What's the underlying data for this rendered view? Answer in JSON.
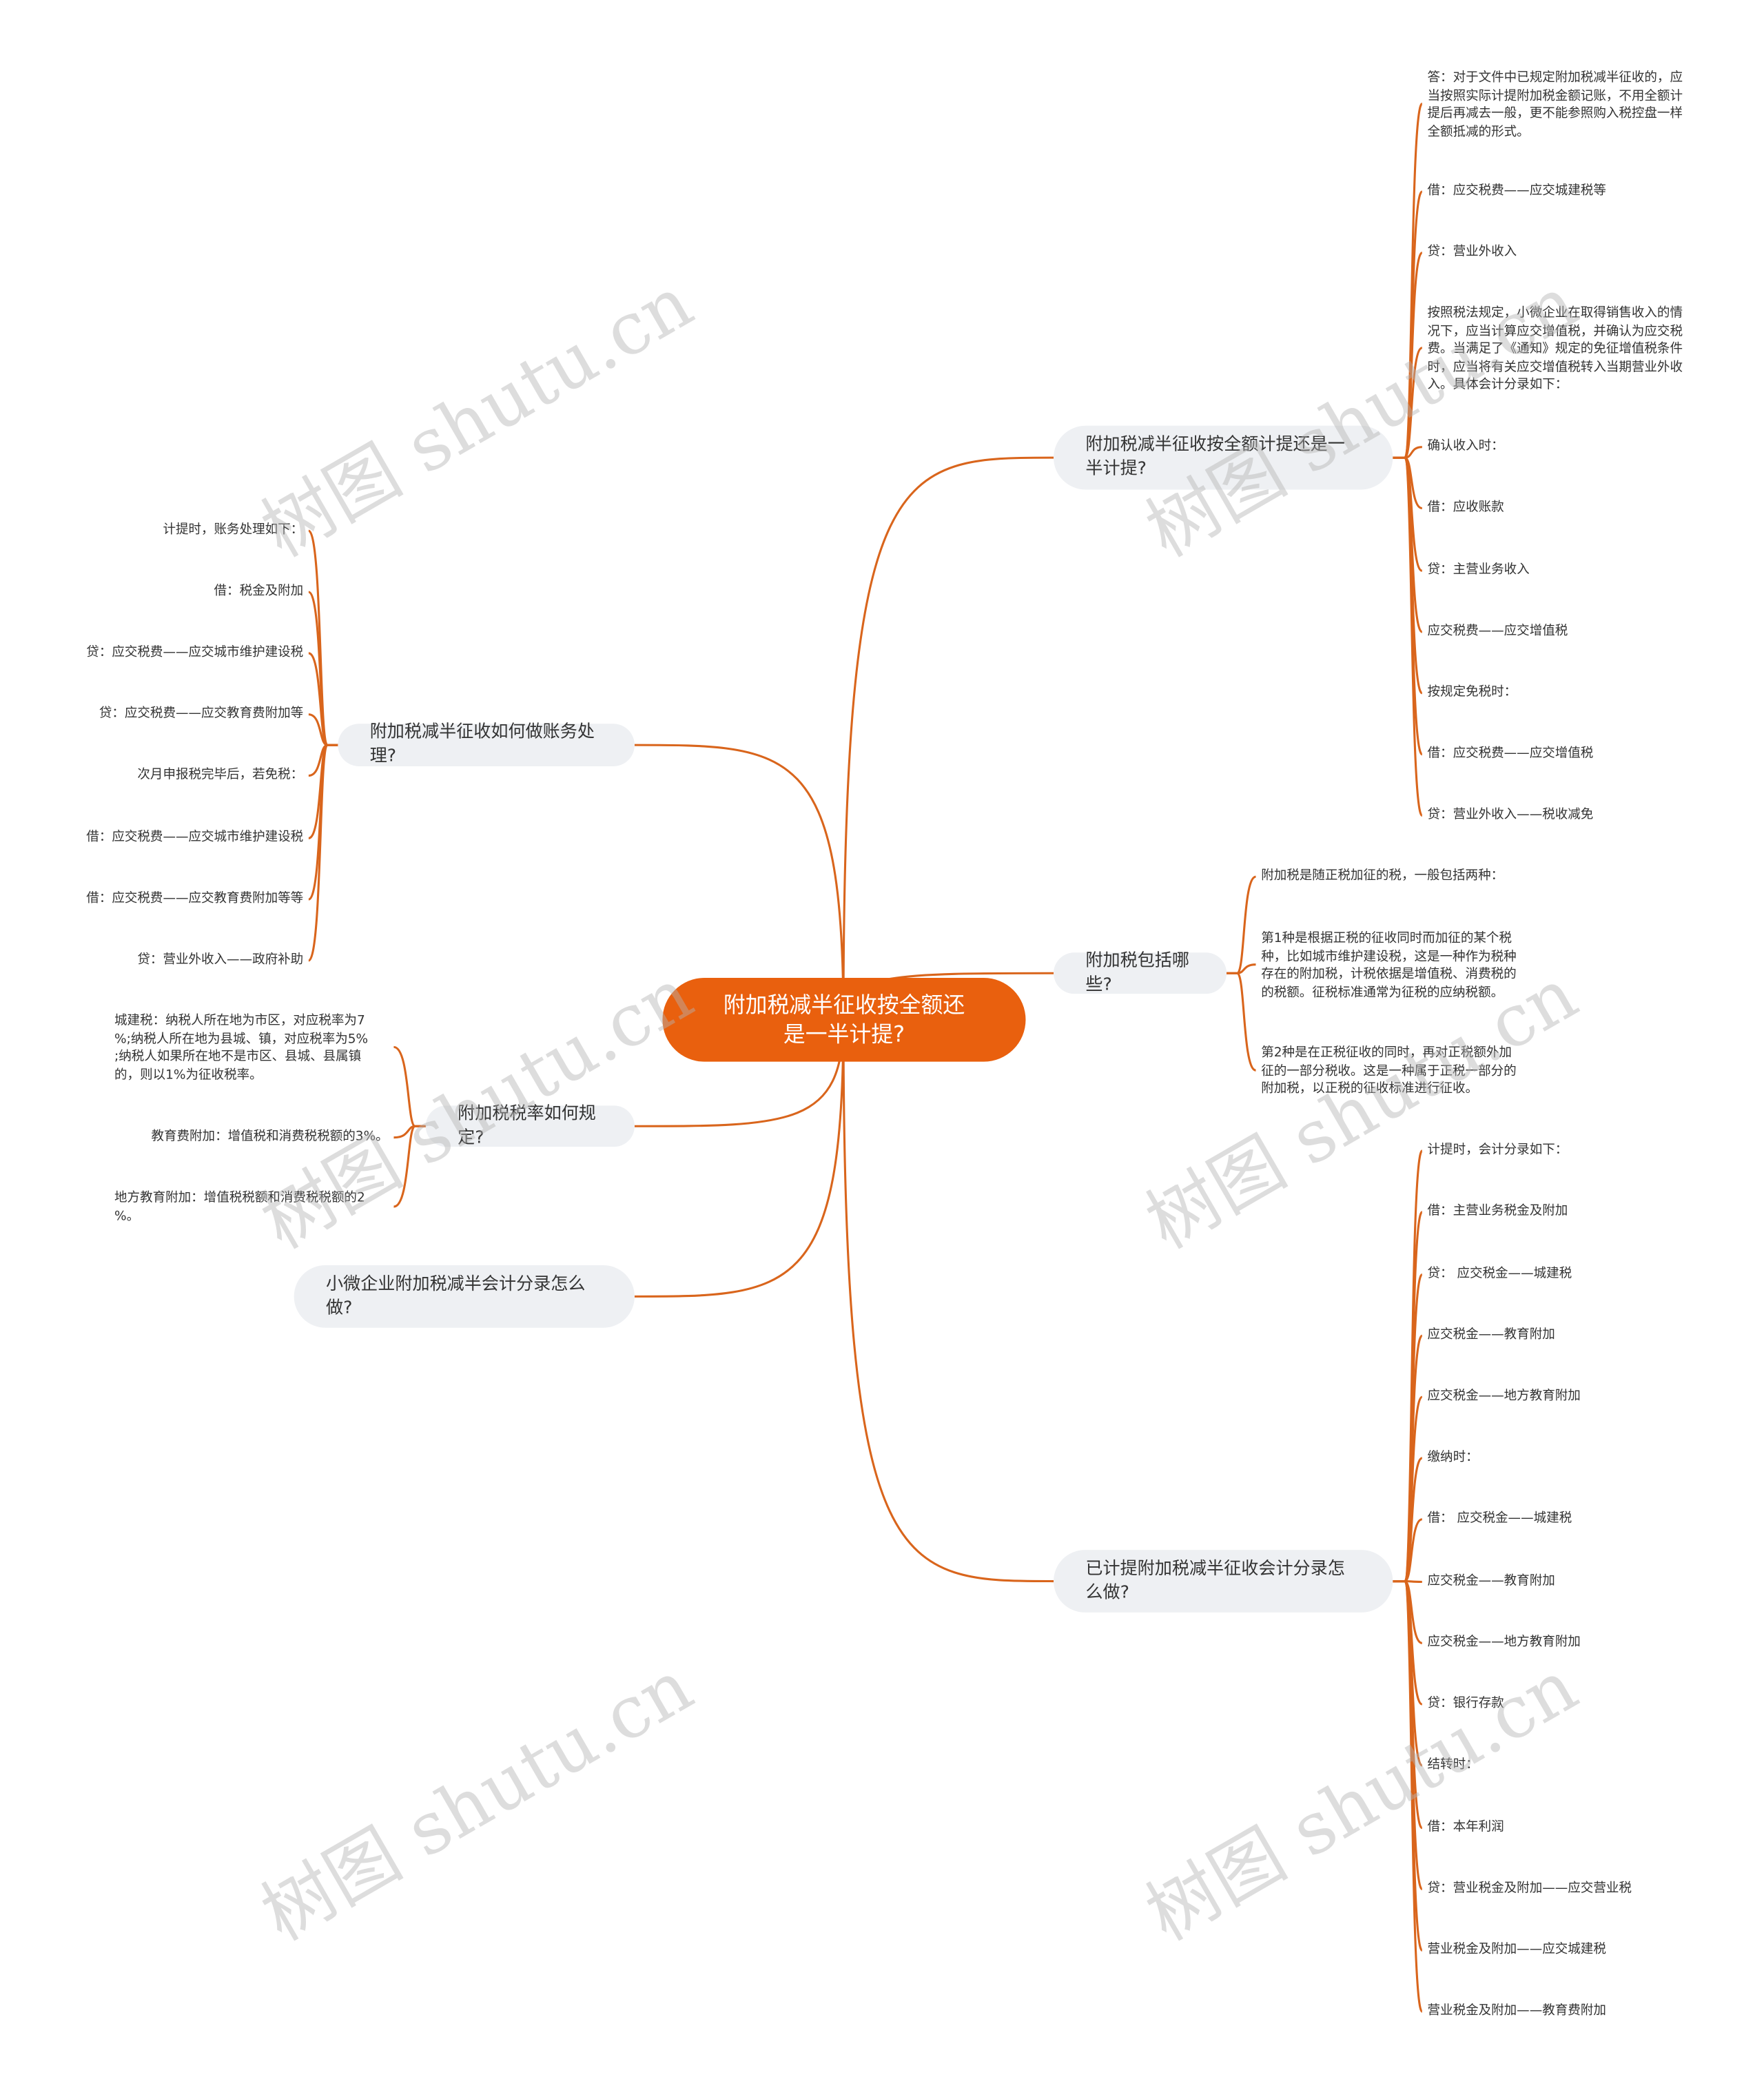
{
  "root": "附加税减半征收按全额还\n是一半计提?",
  "branches": [
    {
      "label": "附加税减半征收按全额计提还是一\n半计提?",
      "leaves": [
        "答：对于文件中已规定附加税减半征收的，应\n当按照实际计提附加税金额记账，不用全额计\n提后再减去一般，更不能参照购入税控盘一样\n全额抵减的形式。",
        "借：应交税费——应交城建税等",
        "贷：营业外收入",
        "按照税法规定，小微企业在取得销售收入的情\n况下，应当计算应交增值税，并确认为应交税\n费。当满足了《通知》规定的免征增值税条件\n时，应当将有关应交增值税转入当期营业外收\n入。具体会计分录如下：",
        "确认收入时：",
        "借：应收账款",
        "贷：主营业务收入",
        "应交税费——应交增值税",
        "按规定免税时：",
        "借：应交税费——应交增值税",
        "贷：营业外收入——税收减免"
      ]
    },
    {
      "label": "附加税包括哪些?",
      "leaves": [
        "附加税是随正税加征的税，一般包括两种：",
        "第1种是根据正税的征收同时而加征的某个税\n种，比如城市维护建设税，这是一种作为税种\n存在的附加税，计税依据是增值税、消费税的\n的税额。征税标准通常为征税的应纳税额。",
        "第2种是在正税征收的同时，再对正税额外加\n征的一部分税收。这是一种属于正税一部分的\n附加税，以正税的征收标准进行征收。"
      ]
    },
    {
      "label": "已计提附加税减半征收会计分录怎\n么做?",
      "leaves": [
        "计提时，会计分录如下：",
        "借：主营业务税金及附加",
        "贷：  应交税金——城建税",
        "应交税金——教育附加",
        "应交税金——地方教育附加",
        "缴纳时：",
        "借：  应交税金——城建税",
        "应交税金——教育附加",
        "应交税金——地方教育附加",
        "贷：银行存款",
        "结转时：",
        "借：本年利润",
        "贷：营业税金及附加——应交营业税",
        "营业税金及附加——应交城建税",
        "营业税金及附加——教育费附加"
      ]
    },
    {
      "label": "附加税减半征收如何做账务处理?",
      "leaves": [
        "计提时，账务处理如下：",
        "借：税金及附加",
        "贷：应交税费——应交城市维护建设税",
        "贷：应交税费——应交教育费附加等",
        "次月申报税完毕后，若免税：",
        "借：应交税费——应交城市维护建设税",
        "借：应交税费——应交教育费附加等等",
        "贷：营业外收入——政府补助"
      ]
    },
    {
      "label": "附加税税率如何规定?",
      "leaves": [
        "城建税：纳税人所在地为市区，对应税率为7\n%;纳税人所在地为县城、镇，对应税率为5%\n;纳税人如果所在地不是市区、县城、县属镇\n的，则以1%为征收税率。",
        "教育费附加：增值税和消费税税额的3%。",
        "地方教育附加：增值税税额和消费税税额的2\n%。"
      ]
    },
    {
      "label": "小微企业附加税减半会计分录怎么\n做?",
      "leaves": []
    }
  ],
  "watermark": "树图 shutu.cn",
  "colors": {
    "root": "#e9600e",
    "line": "#d9651c",
    "branch_bg": "#eef0f3"
  }
}
